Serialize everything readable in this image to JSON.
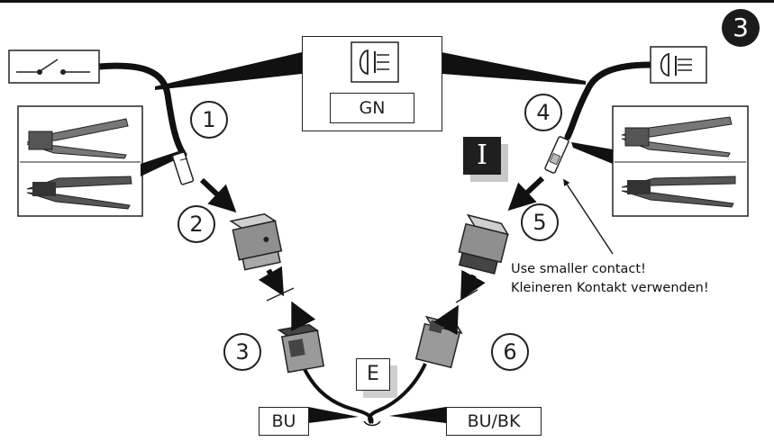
{
  "step": "3",
  "wire_colors": {
    "top_center": "GN",
    "bottom_left": "BU",
    "bottom_right": "BU/BK"
  },
  "variants": {
    "boxed_i": "I",
    "boxed_e": "E"
  },
  "steps": [
    "1",
    "2",
    "3",
    "4",
    "5",
    "6"
  ],
  "note": {
    "line1": "Use smaller contact!",
    "line2": "Kleineren Kontakt verwenden!"
  },
  "icons": [
    "switch-icon",
    "fog-lamp-icon",
    "crimping-pliers-icon",
    "connector-housing-icon",
    "crimp-contact-icon"
  ],
  "colors": {
    "ink": "#1a1a1a",
    "cable": "#111111",
    "connector_grey": "#8f8f8f",
    "shadow_grey": "#c8c8c8"
  }
}
